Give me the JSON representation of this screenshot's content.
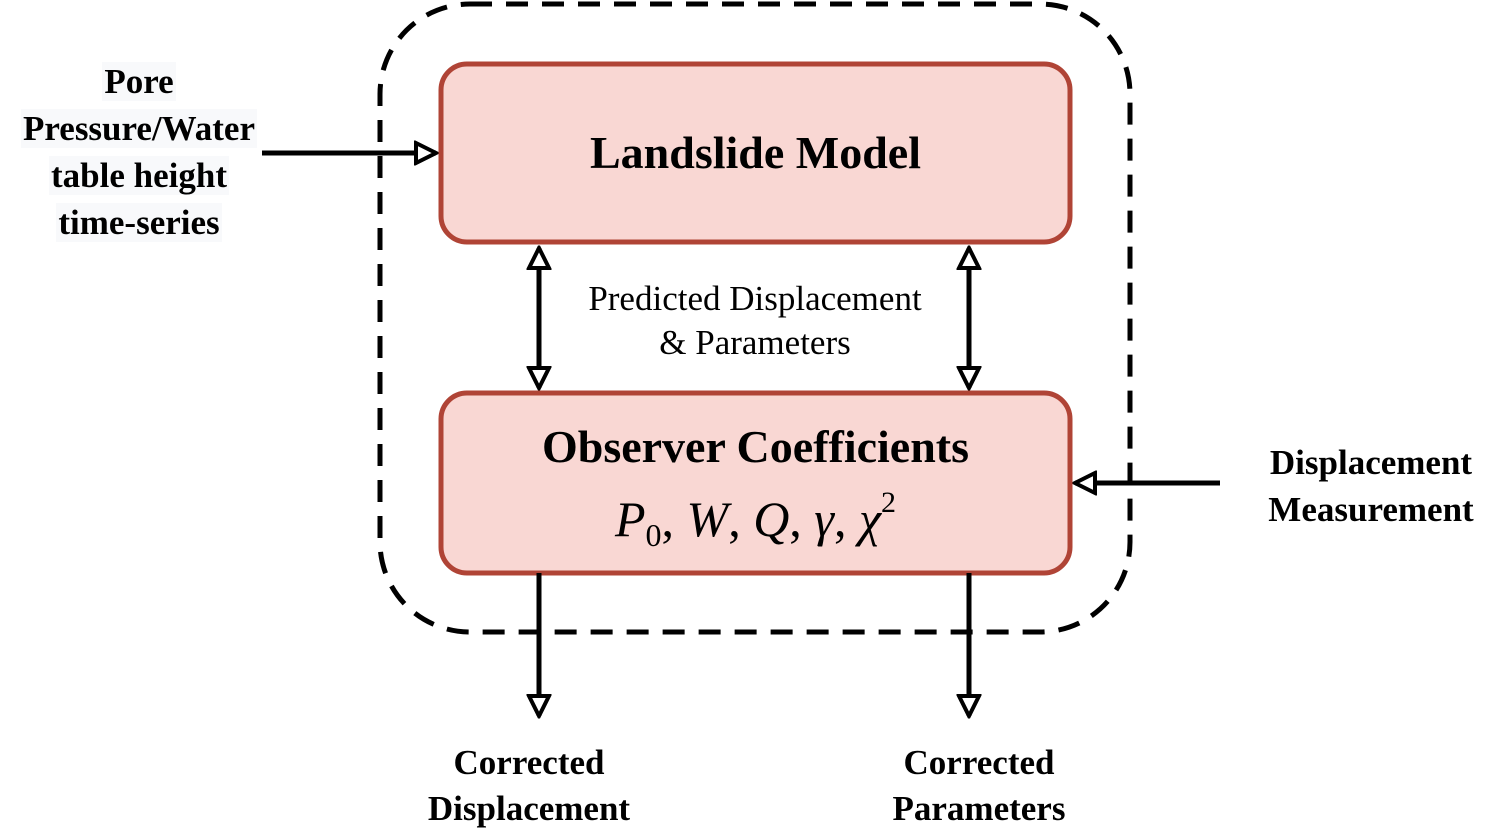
{
  "diagram": {
    "system_boundary": {
      "style": "dashed",
      "color": "#000000"
    },
    "nodes": {
      "landslide_model": {
        "title": "Landslide Model",
        "fill": "#f9d7d3",
        "stroke": "#b04436"
      },
      "observer": {
        "title": "Observer Coefficients",
        "math": {
          "p": "P",
          "p_sub": "0",
          "sep": ", ",
          "w": "W",
          "q": "Q",
          "gamma": "γ",
          "chi": "χ",
          "chi_sup": "2"
        },
        "fill": "#f9d7d3",
        "stroke": "#b04436"
      }
    },
    "labels": {
      "input_pore": [
        "Pore",
        "Pressure/Water",
        "table height",
        "time-series"
      ],
      "predicted": [
        "Predicted Displacement",
        "& Parameters"
      ],
      "displacement_measurement": [
        "Displacement",
        "Measurement"
      ],
      "corrected_displacement": [
        "Corrected",
        "Displacement"
      ],
      "corrected_parameters": [
        "Corrected",
        "Parameters"
      ]
    },
    "edges": [
      {
        "from": "input_pore",
        "to": "landslide_model",
        "type": "arrow"
      },
      {
        "from": "landslide_model",
        "to": "observer",
        "type": "bidirectional",
        "label": "predicted"
      },
      {
        "from": "landslide_model",
        "to": "observer",
        "type": "bidirectional",
        "label": "predicted"
      },
      {
        "from": "displacement_measurement",
        "to": "observer",
        "type": "arrow"
      },
      {
        "from": "observer",
        "to": "corrected_displacement",
        "type": "arrow"
      },
      {
        "from": "observer",
        "to": "corrected_parameters",
        "type": "arrow"
      }
    ]
  }
}
